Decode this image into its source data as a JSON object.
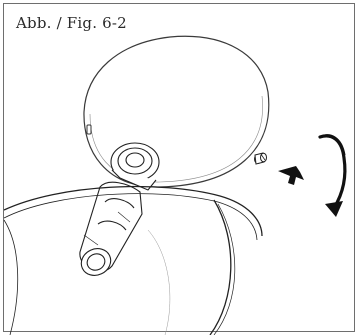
{
  "figure": {
    "caption": "Abb. / Fig. 6-2"
  },
  "illustration": {
    "objects": [
      "ceiling-canopy",
      "side-screw",
      "lamp-shade",
      "lamp-socket"
    ],
    "indicators": [
      "push-arrow",
      "rotate-arrow"
    ]
  }
}
